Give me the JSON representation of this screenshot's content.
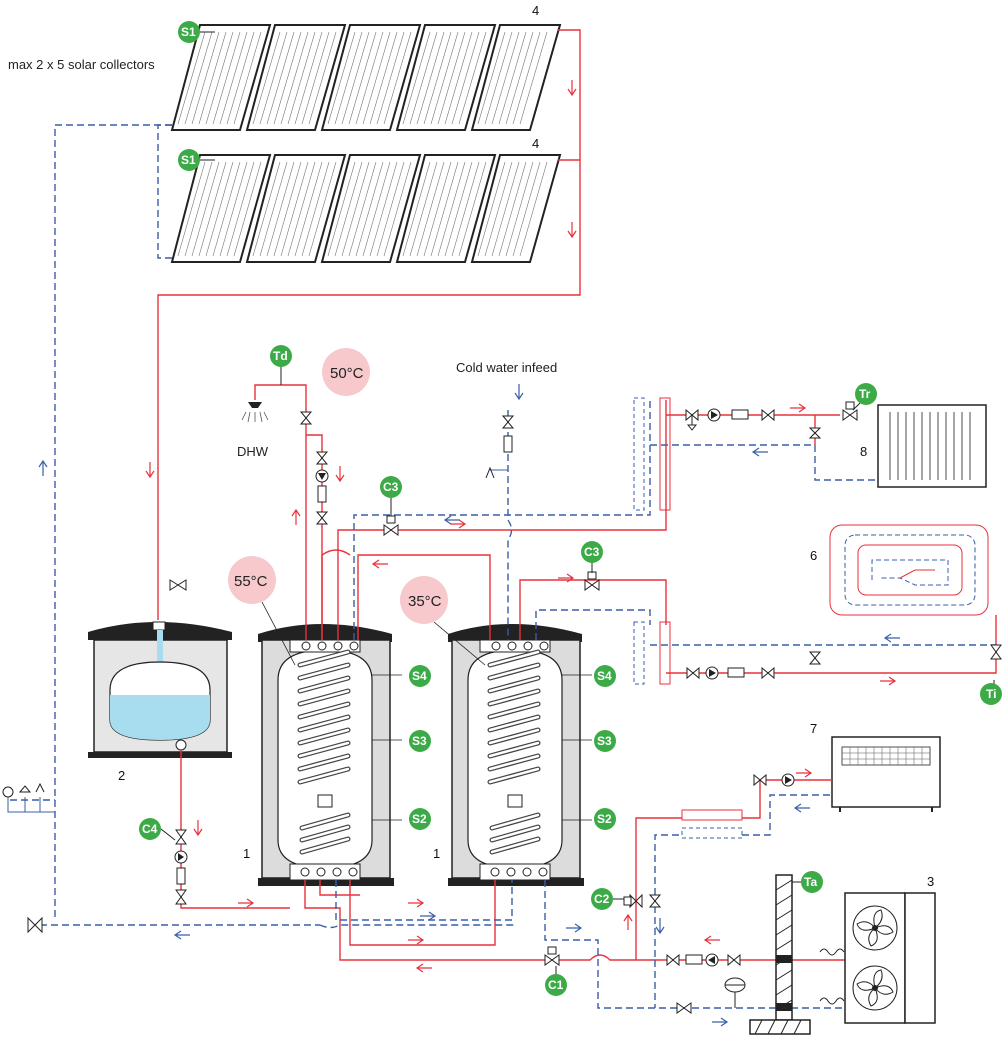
{
  "labels": {
    "collectors_note": "max 2 x 5 solar collectors",
    "dhw": "DHW",
    "cold_water": "Cold water infeed"
  },
  "temperatures": {
    "t50": "50°C",
    "t55": "55°C",
    "t35": "35°C"
  },
  "sensors": {
    "s1_top": "S1",
    "s1_bottom": "S1",
    "td": "Td",
    "c3_top": "C3",
    "c3_mid": "C3",
    "tr": "Tr",
    "ti": "Ti",
    "c4": "C4",
    "c2": "C2",
    "c1": "C1",
    "ta": "Ta",
    "s4_left": "S4",
    "s3_left": "S3",
    "s2_left": "S2",
    "s4_right": "S4",
    "s3_right": "S3",
    "s2_right": "S2"
  },
  "numbers": {
    "n4_top": "4",
    "n4_bottom": "4",
    "n2": "2",
    "n1_left": "1",
    "n1_right": "1",
    "n8": "8",
    "n6": "6",
    "n7": "7",
    "n3": "3"
  },
  "colors": {
    "hot_pipe": "#e8323c",
    "cold_pipe": "#3a5fa8",
    "sensor": "#3daa48",
    "temp_bubble": "#f7c9cc",
    "water": "#a8dcef"
  }
}
